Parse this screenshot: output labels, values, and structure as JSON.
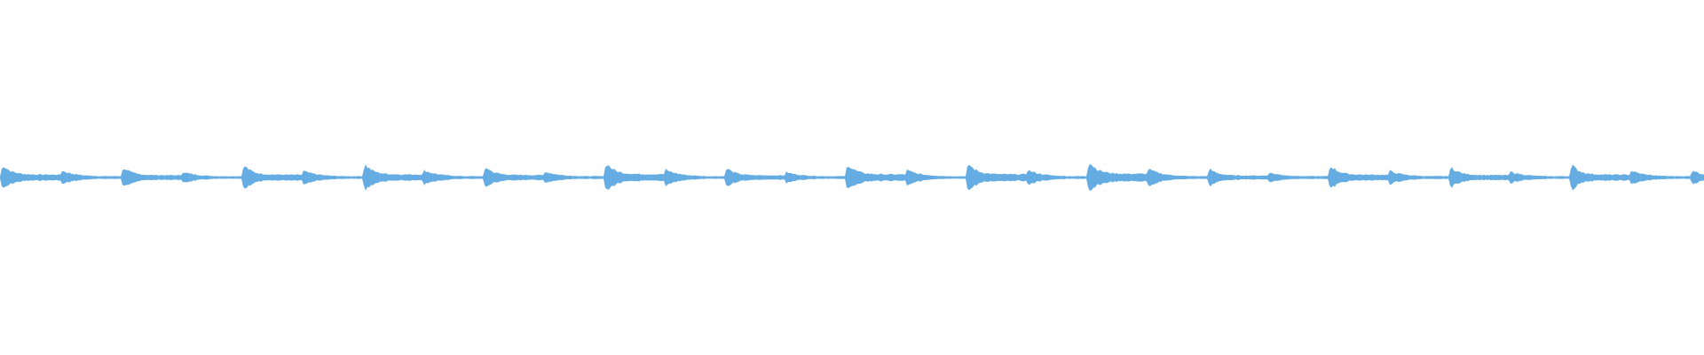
{
  "waveform": {
    "color": "#64ace2",
    "background": "#ffffff",
    "style": "mono amplitude envelope, mirrored about the centre line",
    "beats": [
      {
        "strength": 0.78
      },
      {
        "strength": 0.62
      },
      {
        "strength": 0.74
      },
      {
        "strength": 0.82
      },
      {
        "strength": 0.66
      },
      {
        "strength": 0.9
      },
      {
        "strength": 0.58
      },
      {
        "strength": 0.84
      },
      {
        "strength": 0.86
      },
      {
        "strength": 1.0
      },
      {
        "strength": 0.52
      },
      {
        "strength": 0.74
      },
      {
        "strength": 0.64
      },
      {
        "strength": 0.76
      },
      {
        "strength": 0.48
      }
    ]
  }
}
